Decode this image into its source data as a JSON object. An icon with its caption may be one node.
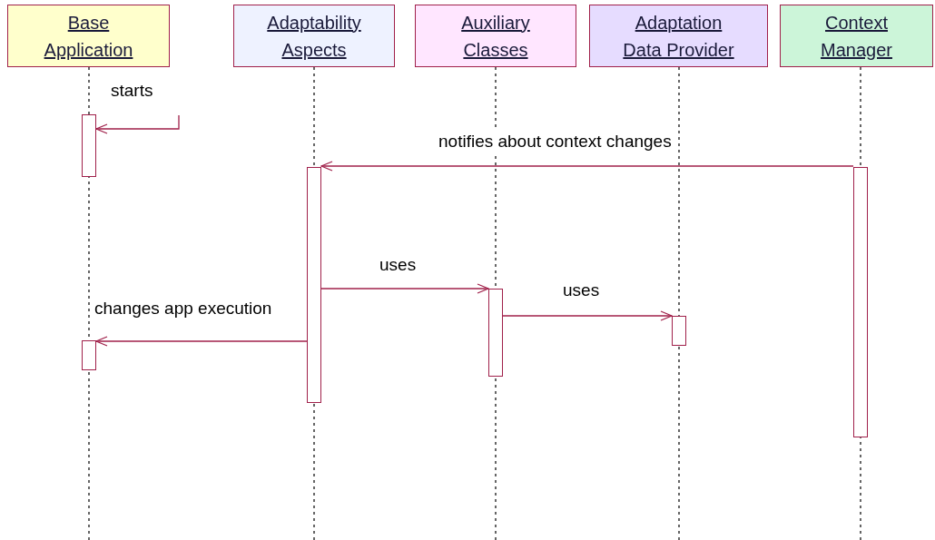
{
  "diagram": {
    "nodes": [
      {
        "text": [
          "Base Application"
        ]
      },
      {
        "text": [
          "Adaptability Aspects"
        ]
      },
      {
        "text": [
          "Auxiliary Classes"
        ]
      },
      {
        "text": [
          "Adaptation Data Provider"
        ]
      },
      {
        "text": [
          "Context Manager"
        ]
      },
      {
        "text": [],
        "shape": "bar"
      },
      {
        "text": [],
        "shape": "bar"
      },
      {
        "text": [],
        "shape": "bar"
      },
      {
        "text": [],
        "shape": "bar"
      },
      {
        "text": [],
        "shape": "bar"
      },
      {
        "text": [],
        "shape": "bar"
      }
    ],
    "edges": [
      {
        "from": null,
        "to": 5,
        "arrow": "to",
        "label": "starts"
      },
      {
        "from": 7,
        "to": 6,
        "arrow": "to",
        "label": "notifies about context changes"
      },
      {
        "from": 6,
        "to": 8,
        "arrow": "to",
        "label": "uses"
      },
      {
        "from": 8,
        "to": 9,
        "arrow": "to",
        "label": "uses"
      },
      {
        "from": 6,
        "to": 10,
        "arrow": "to",
        "label": "changes app execution"
      }
    ]
  }
}
